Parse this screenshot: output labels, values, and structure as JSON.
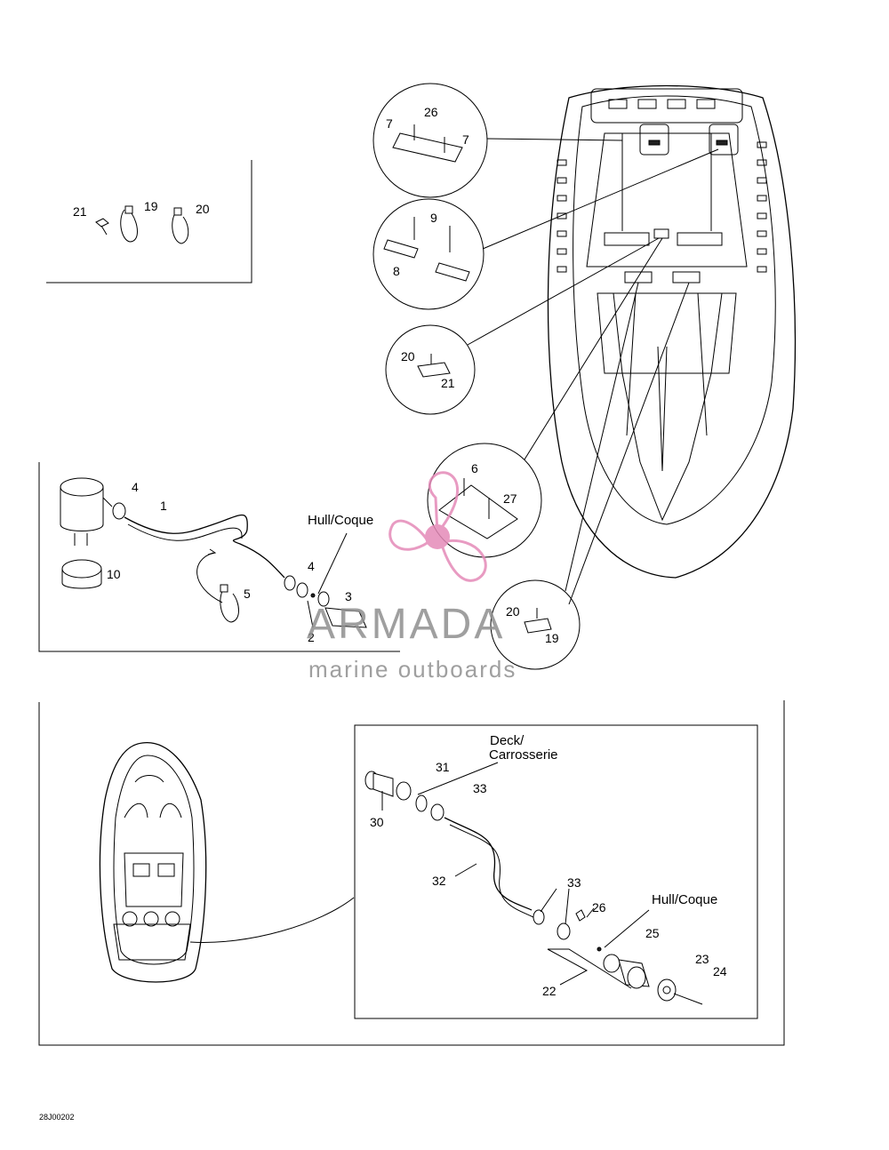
{
  "watermark": {
    "brand": "ARMADA",
    "tagline": "marine outboards",
    "brand_color": "#e58ab8",
    "text_color": "#8f8f8f"
  },
  "diagram_code": "28J00202",
  "top_left_box": {
    "labels": [
      "21",
      "19",
      "20"
    ]
  },
  "detail_circles": {
    "circle_a": [
      "7",
      "26",
      "7"
    ],
    "circle_b": [
      "9",
      "8"
    ],
    "circle_c": [
      "20",
      "21"
    ],
    "circle_d": [
      "6",
      "27"
    ],
    "circle_e": [
      "20",
      "19"
    ]
  },
  "pump_assembly": {
    "hull_label": "Hull/Coque",
    "labels": [
      "4",
      "1",
      "10",
      "5",
      "4",
      "3",
      "2"
    ]
  },
  "bottom_assembly": {
    "deck_label_line1": "Deck/",
    "deck_label_line2": "Carrosserie",
    "hull_label": "Hull/Coque",
    "labels": [
      "31",
      "33",
      "30",
      "32",
      "33",
      "26",
      "25",
      "23",
      "24",
      "22"
    ]
  }
}
